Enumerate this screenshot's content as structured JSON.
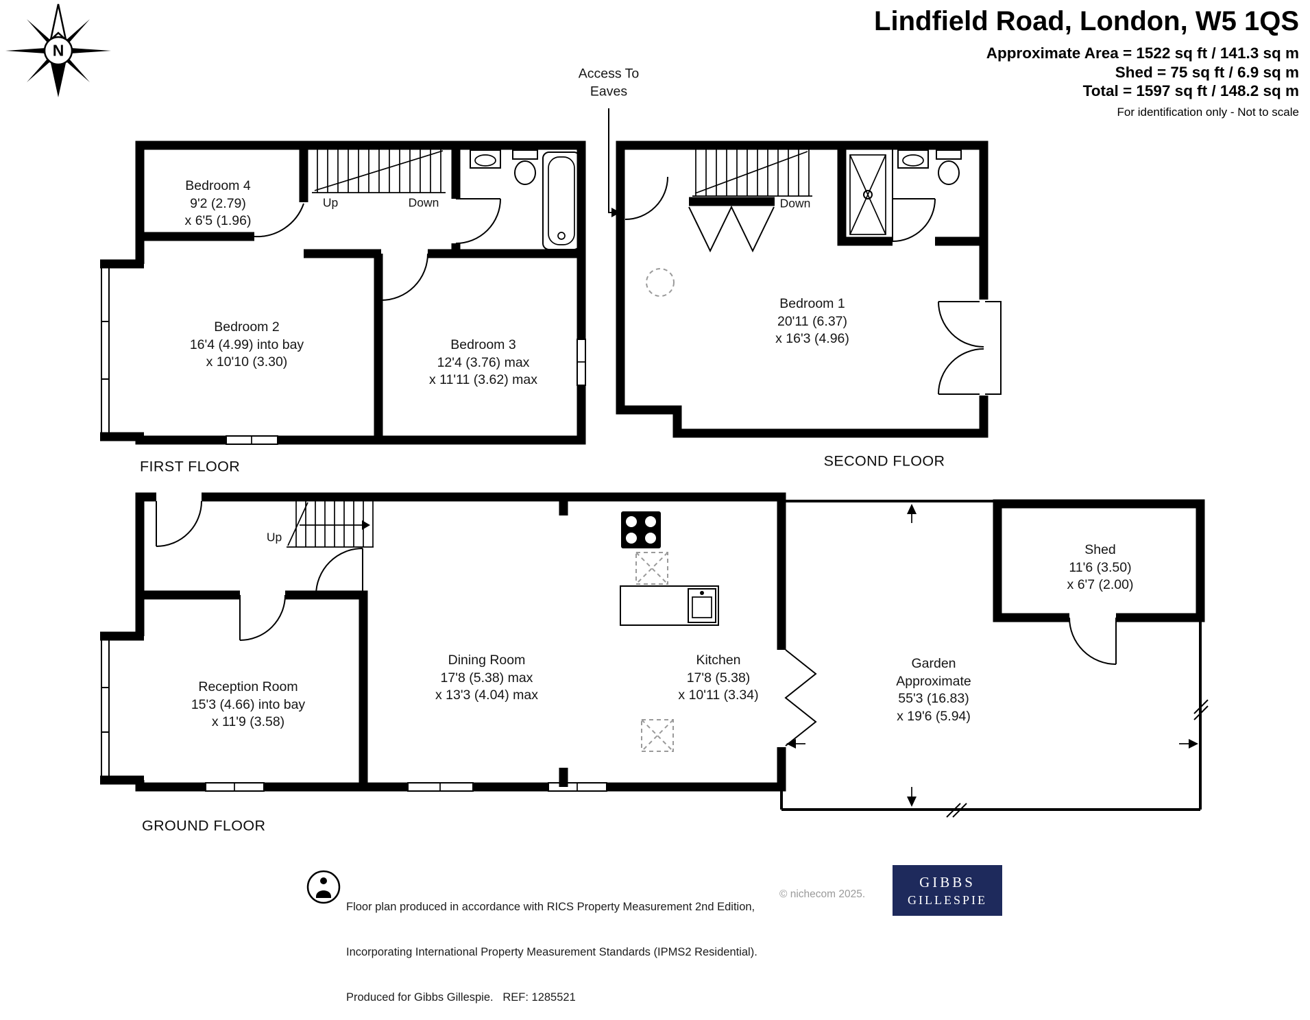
{
  "header": {
    "title": "Lindfield Road, London, W5 1QS",
    "area_lines": [
      "Approximate Area = 1522 sq ft / 141.3 sq m",
      "Shed = 75 sq ft / 6.9 sq m",
      "Total = 1597 sq ft / 148.2 sq m"
    ],
    "note": "For identification only - Not to scale",
    "compass": "N"
  },
  "annotations": {
    "access_line1": "Access To",
    "access_line2": "Eaves"
  },
  "stairs": {
    "up": "Up",
    "down": "Down"
  },
  "floor_labels": {
    "first": "FIRST FLOOR",
    "second": "SECOND FLOOR",
    "ground": "GROUND FLOOR"
  },
  "rooms": {
    "bedroom4": {
      "name": "Bedroom 4",
      "dims1": "9'2 (2.79)",
      "dims2": "x 6'5 (1.96)"
    },
    "bedroom2": {
      "name": "Bedroom 2",
      "dims1": "16'4 (4.99) into bay",
      "dims2": "x 10'10 (3.30)"
    },
    "bedroom3": {
      "name": "Bedroom 3",
      "dims1": "12'4 (3.76) max",
      "dims2": "x 11'11 (3.62) max"
    },
    "bedroom1": {
      "name": "Bedroom 1",
      "dims1": "20'11 (6.37)",
      "dims2": "x 16'3 (4.96)"
    },
    "reception": {
      "name": "Reception Room",
      "dims1": "15'3 (4.66) into bay",
      "dims2": "x 11'9 (3.58)"
    },
    "dining": {
      "name": "Dining Room",
      "dims1": "17'8 (5.38) max",
      "dims2": "x 13'3 (4.04) max"
    },
    "kitchen": {
      "name": "Kitchen",
      "dims1": "17'8 (5.38)",
      "dims2": "x 10'11 (3.34)"
    },
    "garden": {
      "name": "Garden",
      "qualifier": "Approximate",
      "dims1": "55'3 (16.83)",
      "dims2": "x 19'6 (5.94)"
    },
    "shed": {
      "name": "Shed",
      "dims1": "11'6 (3.50)",
      "dims2": "x 6'7 (2.00)"
    }
  },
  "footer": {
    "line1": "Floor plan produced in accordance with RICS Property Measurement 2nd Edition,",
    "line2": "Incorporating International Property Measurement Standards (IPMS2 Residential).",
    "line3": "Produced for Gibbs Gillespie.   REF: 1285521",
    "copyright": "© nichecom 2025.",
    "logo_line1": "GIBBS",
    "logo_line2": "GILLESPIE",
    "logo_bg": "#1e2a5c"
  }
}
